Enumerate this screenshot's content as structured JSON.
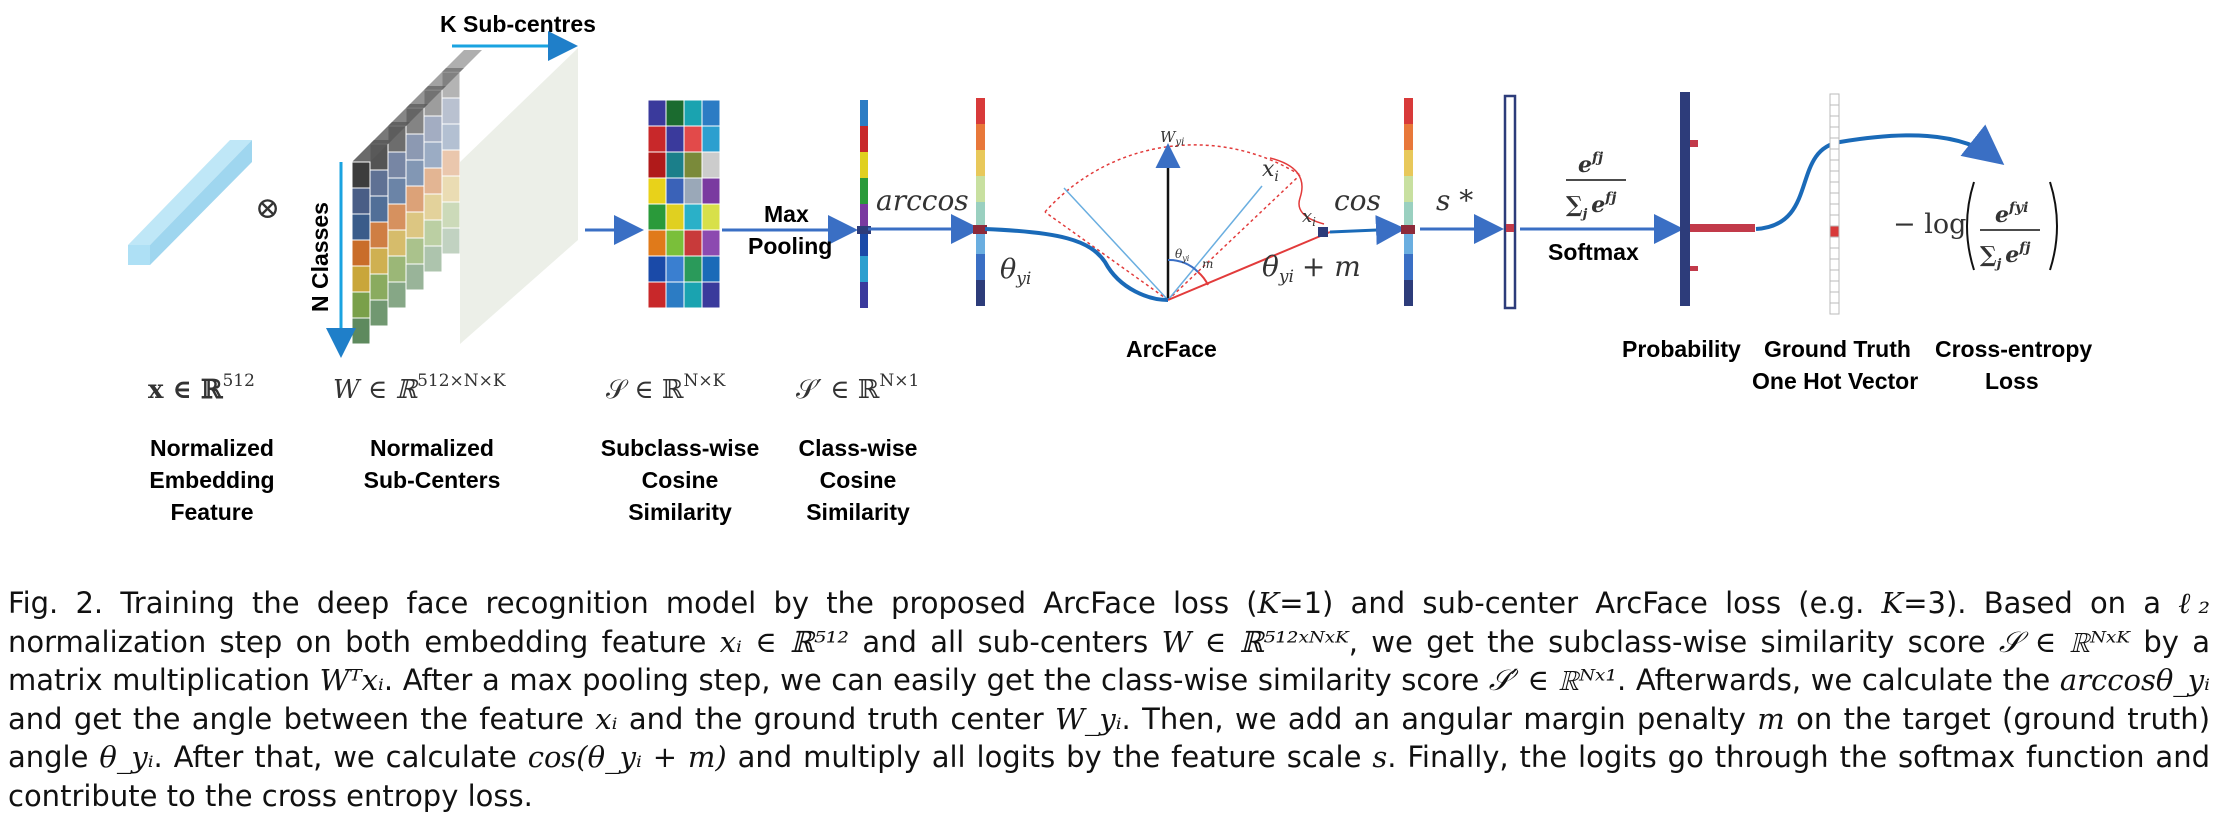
{
  "labels": {
    "k_subcentres": "K Sub-centres",
    "n_classes": "N Classes",
    "max": "Max",
    "pooling": "Pooling",
    "arccos": "arccos",
    "theta_yi": "θ",
    "theta_sub": "yi",
    "cos": "cos",
    "s_star": "s *",
    "softmax": "Softmax",
    "arcface": "ArcFace",
    "probability": "Probability",
    "ground_truth_1": "Ground Truth",
    "ground_truth_2": "One Hot Vector",
    "ce_1": "Cross-entropy",
    "ce_2": "Loss",
    "w_yi": "W",
    "w_sub": "yi",
    "x_i": "x",
    "x_sub": "i",
    "m": "m",
    "theta_margin": "+ m",
    "minus_log": "− log",
    "otimes": "⊗"
  },
  "math_labels": {
    "x_space": "x ∈ ℝ",
    "x_sup": "512",
    "w_space": "W  ∈  ℝ",
    "w_sup": "512×N×K",
    "s_space": "𝒮 ∈ ℝ",
    "s_sup": "N×K",
    "sp_space": "𝒮′ ∈ ℝ",
    "sp_sup": "N×1"
  },
  "bottom_labels": {
    "embedding": [
      "Normalized",
      "Embedding",
      "Feature"
    ],
    "subcenters": [
      "Normalized",
      "Sub-Centers"
    ],
    "subclass": [
      "Subclass-wise",
      "Cosine",
      "Similarity"
    ],
    "classwise": [
      "Class-wise",
      "Cosine",
      "Similarity"
    ]
  },
  "caption": {
    "p1": "Fig. 2. Training the deep face recognition model by the proposed ArcFace loss (",
    "k1": "K",
    "p2": "=1) and sub-center ArcFace loss (e.g. ",
    "k3": "K",
    "p3": "=3). Based on a ",
    "l2": "ℓ₂",
    "p4": " normalization step on both embedding feature ",
    "xi": "xᵢ ∈ ℝ⁵¹²",
    "p5": " and all sub-centers ",
    "w": "W ∈ ℝ⁵¹²ˣᴺˣᴷ",
    "p6": ", we get the subclass-wise similarity score ",
    "s": "𝒮 ∈ ℝᴺˣᴷ",
    "p7": " by a matrix multiplication ",
    "wtx": "Wᵀxᵢ",
    "p8": ". After a max pooling step, we can easily get the class-wise similarity score ",
    "sp": "𝒮′ ∈ ℝᴺˣ¹",
    "p9": ". Afterwards, we calculate the ",
    "arccos": "arccosθ_yᵢ",
    "p10": " and get the angle between the feature ",
    "xi2": "xᵢ",
    "p11": " and the ground truth center ",
    "wyi": "W_yᵢ",
    "p12": ". Then, we add an angular margin penalty ",
    "m": "m",
    "p13": " on the target (ground truth) angle ",
    "theta": "θ_yᵢ",
    "p14": ". After that, we calculate ",
    "cos": "cos(θ_yᵢ + m)",
    "p15": " and multiply all logits by the feature scale ",
    "s2": "s",
    "p16": ". Finally, the logits go through the softmax function and contribute to the cross entropy loss."
  }
}
